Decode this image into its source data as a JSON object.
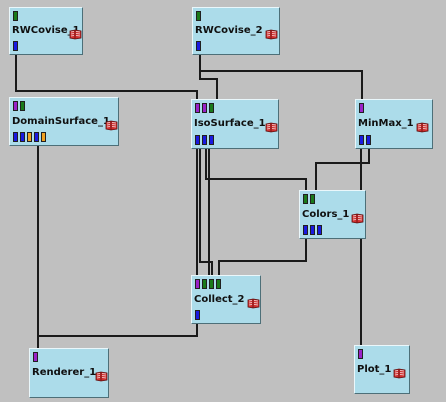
{
  "colors": {
    "background": "#c0c0c0",
    "module_fill": "#acdcea",
    "wire": "#1a1a1a",
    "port_green": "#1a7a1a",
    "port_purple": "#9a22c8",
    "port_blue": "#1a1ae0",
    "port_orange": "#f0a020"
  },
  "modules": [
    {
      "id": "rwcovise1",
      "name": "RWCovise_1",
      "inputs": [
        "green"
      ],
      "outputs": [
        "blue"
      ],
      "icon": "book-icon"
    },
    {
      "id": "rwcovise2",
      "name": "RWCovise_2",
      "inputs": [
        "green"
      ],
      "outputs": [
        "blue"
      ],
      "icon": "book-icon"
    },
    {
      "id": "domainsurface1",
      "name": "DomainSurface_1",
      "inputs": [
        "purple",
        "green"
      ],
      "outputs": [
        "blue",
        "blue",
        "orange",
        "blue",
        "orange"
      ],
      "icon": "book-icon"
    },
    {
      "id": "isosurface1",
      "name": "IsoSurface_1",
      "inputs": [
        "purple",
        "purple",
        "green"
      ],
      "outputs": [
        "blue",
        "blue",
        "blue"
      ],
      "icon": "book-icon"
    },
    {
      "id": "minmax1",
      "name": "MinMax_1",
      "inputs": [
        "purple"
      ],
      "outputs": [
        "blue",
        "blue"
      ],
      "icon": "book-icon"
    },
    {
      "id": "colors1",
      "name": "Colors_1",
      "inputs": [
        "green",
        "green"
      ],
      "outputs": [
        "blue",
        "blue",
        "blue"
      ],
      "icon": "book-icon"
    },
    {
      "id": "collect2",
      "name": "Collect_2",
      "inputs": [
        "purple",
        "green",
        "green",
        "green"
      ],
      "outputs": [
        "blue"
      ],
      "icon": "book-icon"
    },
    {
      "id": "renderer1",
      "name": "Renderer_1",
      "inputs": [
        "purple"
      ],
      "outputs": [],
      "icon": "book-icon"
    },
    {
      "id": "plot1",
      "name": "Plot_1",
      "inputs": [
        "purple"
      ],
      "outputs": [],
      "icon": "book-icon"
    }
  ]
}
